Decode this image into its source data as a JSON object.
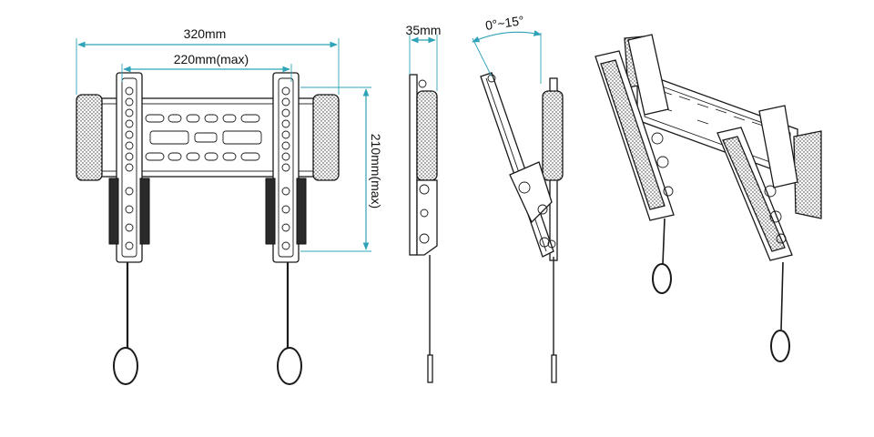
{
  "dimensions": {
    "overall_width": "320mm",
    "vesa_width": "220mm(max)",
    "vesa_height": "210mm(max)",
    "profile_depth": "35mm",
    "tilt_range": "0°~15°"
  },
  "colors": {
    "dimension_line": "#2fa3b8",
    "ink": "#1a1a1a",
    "background": "#ffffff"
  }
}
